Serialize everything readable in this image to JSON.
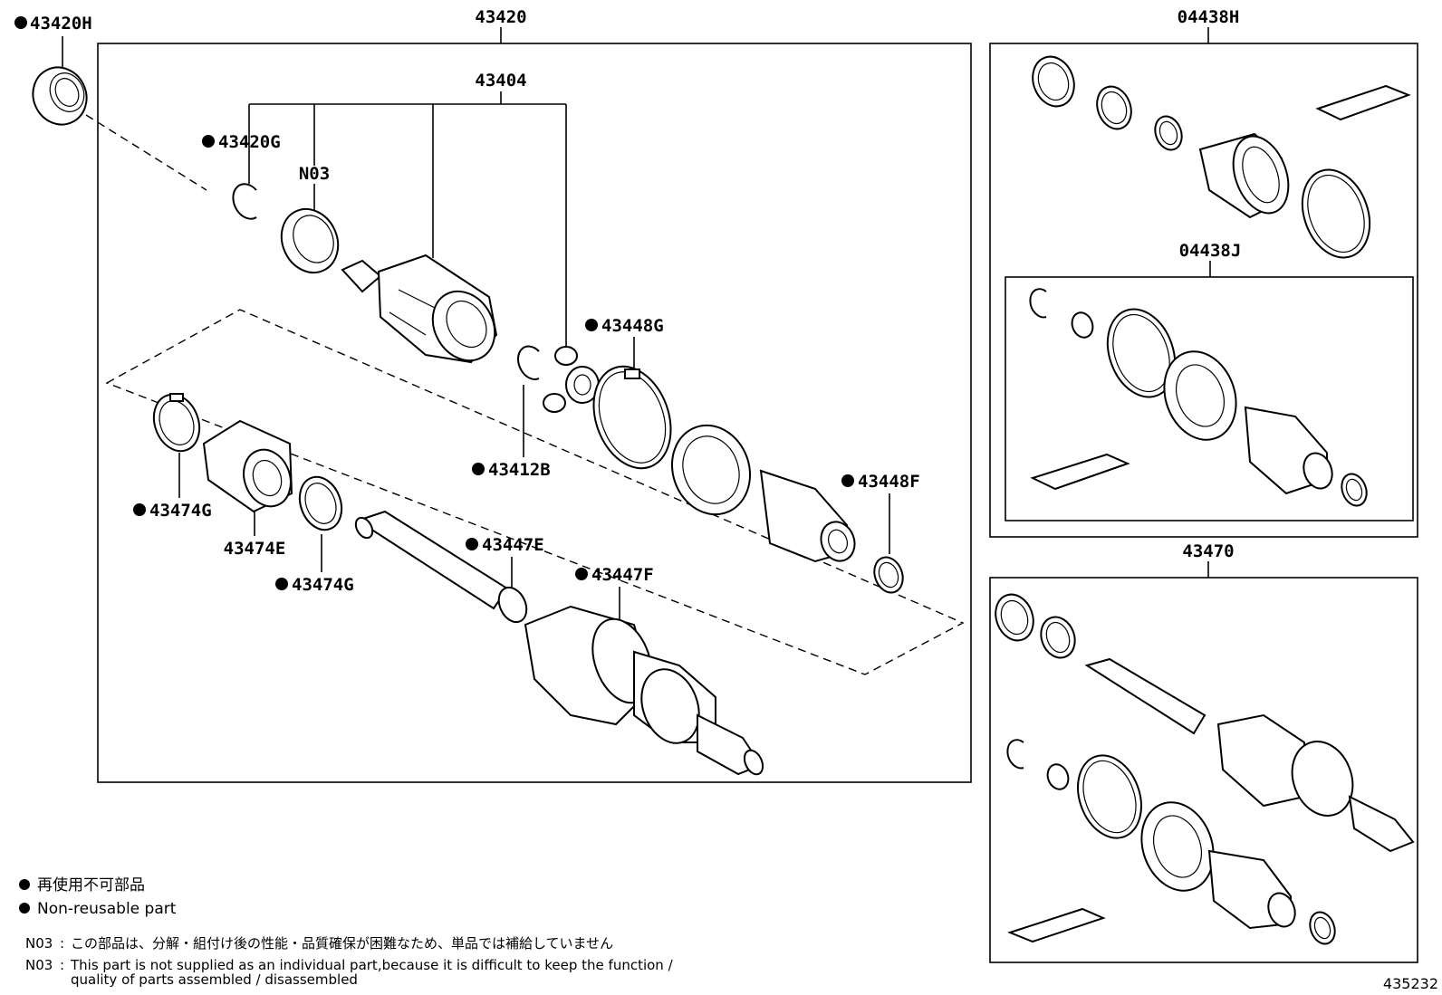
{
  "assemblies": {
    "main": "43420",
    "inboard_joint": "43404",
    "boot_kit_outboard": "04438H",
    "boot_kit_inboard": "04438J",
    "shaft_assembly": "43470"
  },
  "parts": {
    "p43420H": "43420H",
    "p43420G": "43420G",
    "pN03": "N03",
    "p43448G": "43448G",
    "p43412B": "43412B",
    "p43448F": "43448F",
    "p43474G_upper": "43474G",
    "p43474E": "43474E",
    "p43474G_lower": "43474G",
    "p43447E": "43447E",
    "p43447F": "43447F"
  },
  "legend": {
    "ja": "再使用不可部品",
    "en": "Non-reusable part"
  },
  "notes": {
    "code": "N03",
    "ja": "この部品は、分解・組付け後の性能・品質確保が困難なため、単品では補給していません",
    "en_line1": "This part is not supplied as an individual part,because it is difficult to keep the function /",
    "en_line2": "quality of parts assembled / disassembled"
  },
  "diagram_id": "435232"
}
